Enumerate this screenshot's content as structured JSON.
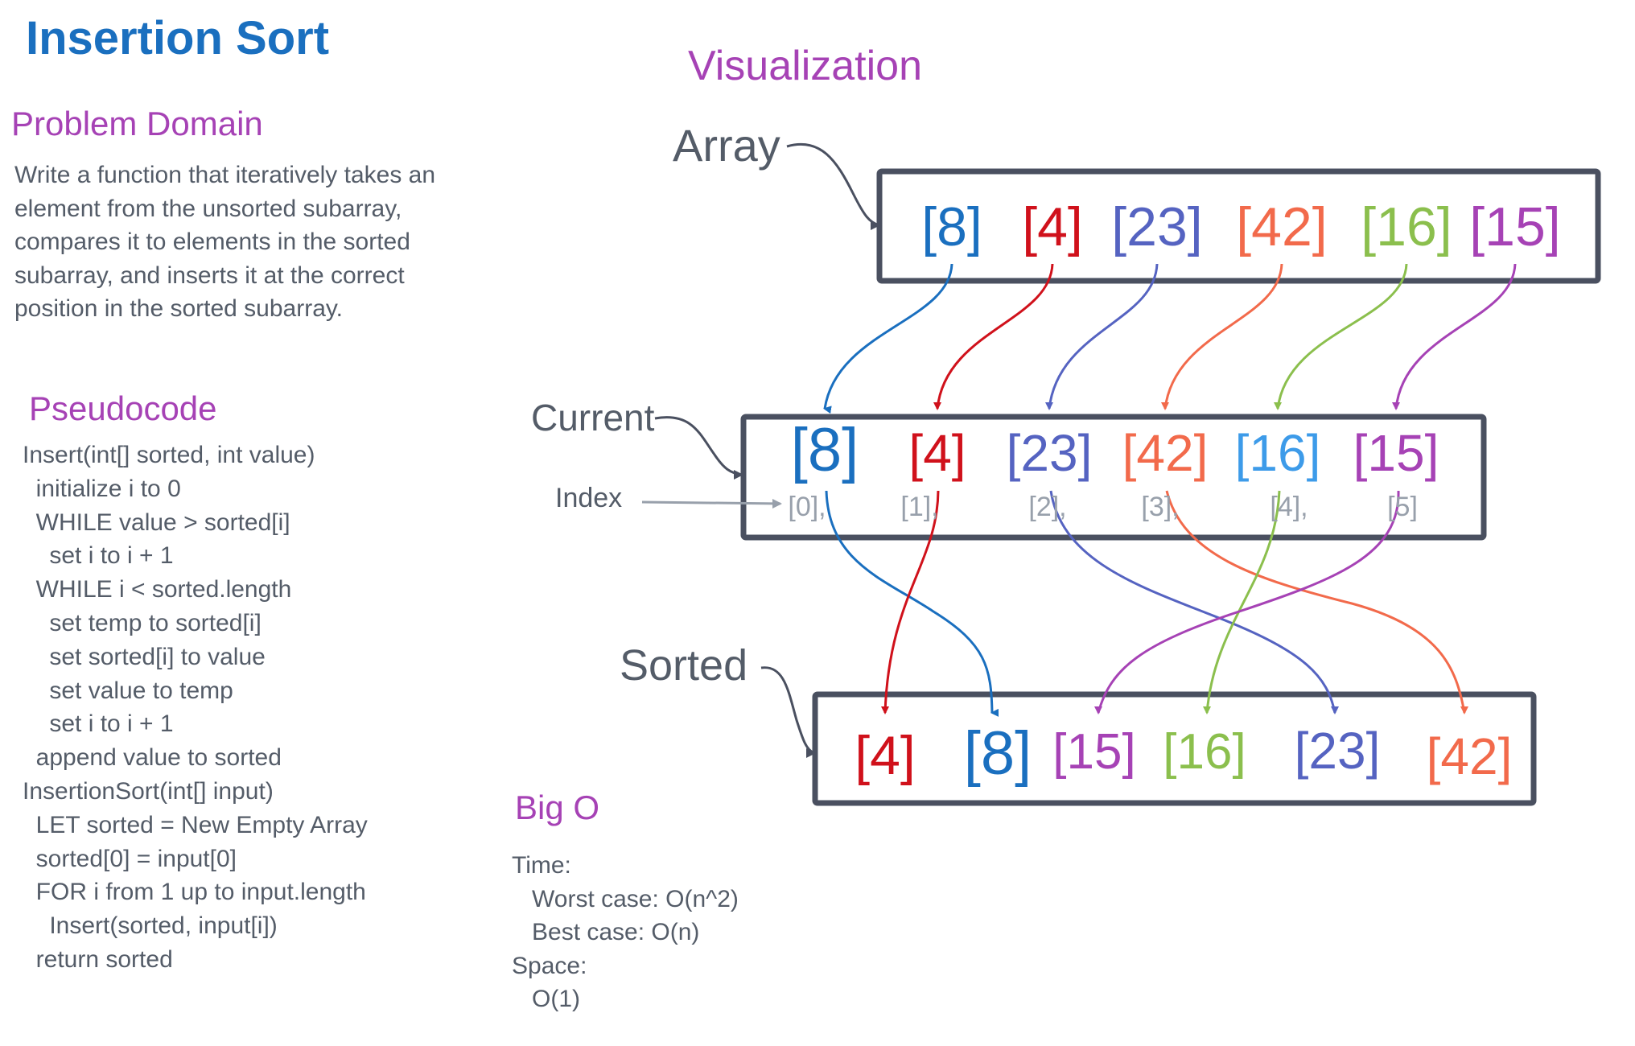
{
  "title": "Insertion Sort",
  "visualization_heading": "Visualization",
  "problem_domain": {
    "heading": "Problem Domain",
    "text": "Write a function that iteratively takes an element from the unsorted subarray, compares it to elements in the sorted subarray, and inserts it at the correct position in the sorted subarray."
  },
  "pseudocode": {
    "heading": "Pseudocode",
    "lines": [
      "Insert(int[] sorted, int value)",
      "  initialize i to 0",
      "  WHILE value > sorted[i]",
      "    set i to i + 1",
      "  WHILE i < sorted.length",
      "    set temp to sorted[i]",
      "    set sorted[i] to value",
      "    set value to temp",
      "    set i to i + 1",
      "  append value to sorted",
      "",
      "InsertionSort(int[] input)",
      "  LET sorted = New Empty Array",
      "  sorted[0] = input[0]",
      "  FOR i from 1 up to input.length",
      "    Insert(sorted, input[i])",
      "  return sorted"
    ]
  },
  "big_o": {
    "heading": "Big O",
    "lines": [
      "Time:",
      "   Worst case: O(n^2)",
      "   Best case: O(n)",
      "Space:",
      "   O(1)"
    ]
  },
  "labels": {
    "array": "Array",
    "current": "Current",
    "index": "Index",
    "sorted": "Sorted"
  },
  "colors": {
    "8": "#1a6fbf",
    "4": "#d0111b",
    "23": "#5563c1",
    "42": "#f26a4b",
    "16": "#8bbf4d",
    "15": "#a642b5",
    "16_current": "#3d9be9",
    "box": "#4a5060",
    "index": "#98a0ab"
  },
  "array_row": [
    "[8]",
    "[4]",
    "[23]",
    "[42]",
    "[16]",
    "[15]"
  ],
  "current_row": [
    "[8]",
    "[4]",
    "[23]",
    "[42]",
    "[16]",
    "[15]"
  ],
  "index_row": [
    "[0],",
    "[1],",
    "[2],",
    "[3],",
    "[4],",
    "[5]"
  ],
  "sorted_row": [
    "[4]",
    "[8]",
    "[15]",
    "[16]",
    "[23]",
    "[42]"
  ]
}
